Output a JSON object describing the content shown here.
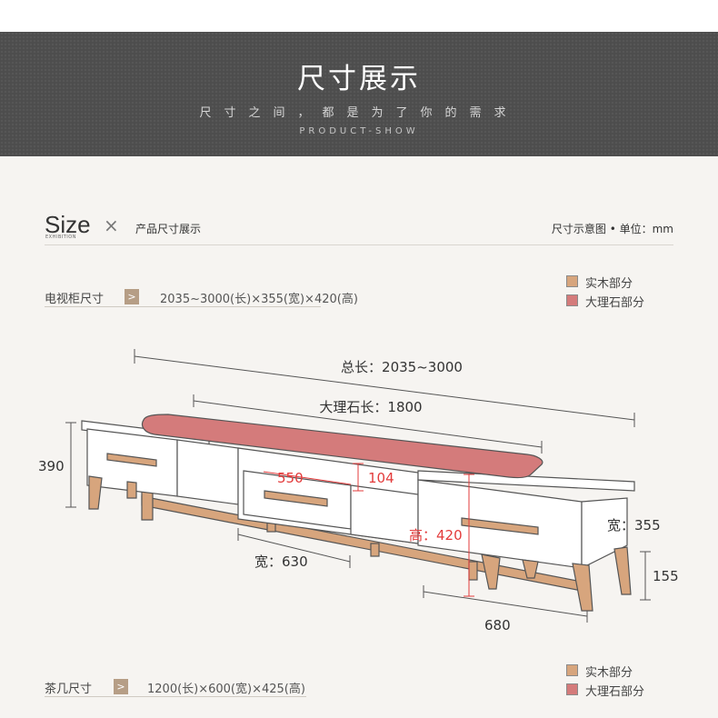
{
  "banner": {
    "title": "尺寸展示",
    "subtitle": "尺寸之间，都是为了你的需求",
    "english": "PRODUCT-SHOW"
  },
  "size_header": {
    "word": "Size",
    "exhibition": "EXHIBITION",
    "cross": "×",
    "label": "产品尺寸展示",
    "right": "尺寸示意图 • 单位：mm"
  },
  "tv_cabinet": {
    "name": "电视柜尺寸",
    "value": "2035~3000(长)×355(宽)×420(高)"
  },
  "coffee_table": {
    "name": "茶几尺寸",
    "value": "1200(长)×600(宽)×425(高)"
  },
  "legend": [
    {
      "label": "实木部分",
      "color": "#d7a57d"
    },
    {
      "label": "大理石部分",
      "color": "#d47b7b"
    }
  ],
  "legend_bottom": [
    {
      "label": "实木部分",
      "color": "#d7a57d"
    },
    {
      "label": "大理石部分",
      "color": "#d47b7b"
    }
  ],
  "dimensions": {
    "total_length": "总长：2035~3000",
    "marble_length": "大理石长：1800",
    "left_height": "390",
    "drawer_width": "550",
    "drawer_height": "104",
    "height": "高：420",
    "width_right": "宽：355",
    "leg_height": "155",
    "open_width": "宽：630",
    "right_width": "680"
  },
  "colors": {
    "wood": "#d7a57d",
    "marble": "#d47b7b",
    "dimension_red": "#e33b3b",
    "accent": "#b69e86"
  }
}
